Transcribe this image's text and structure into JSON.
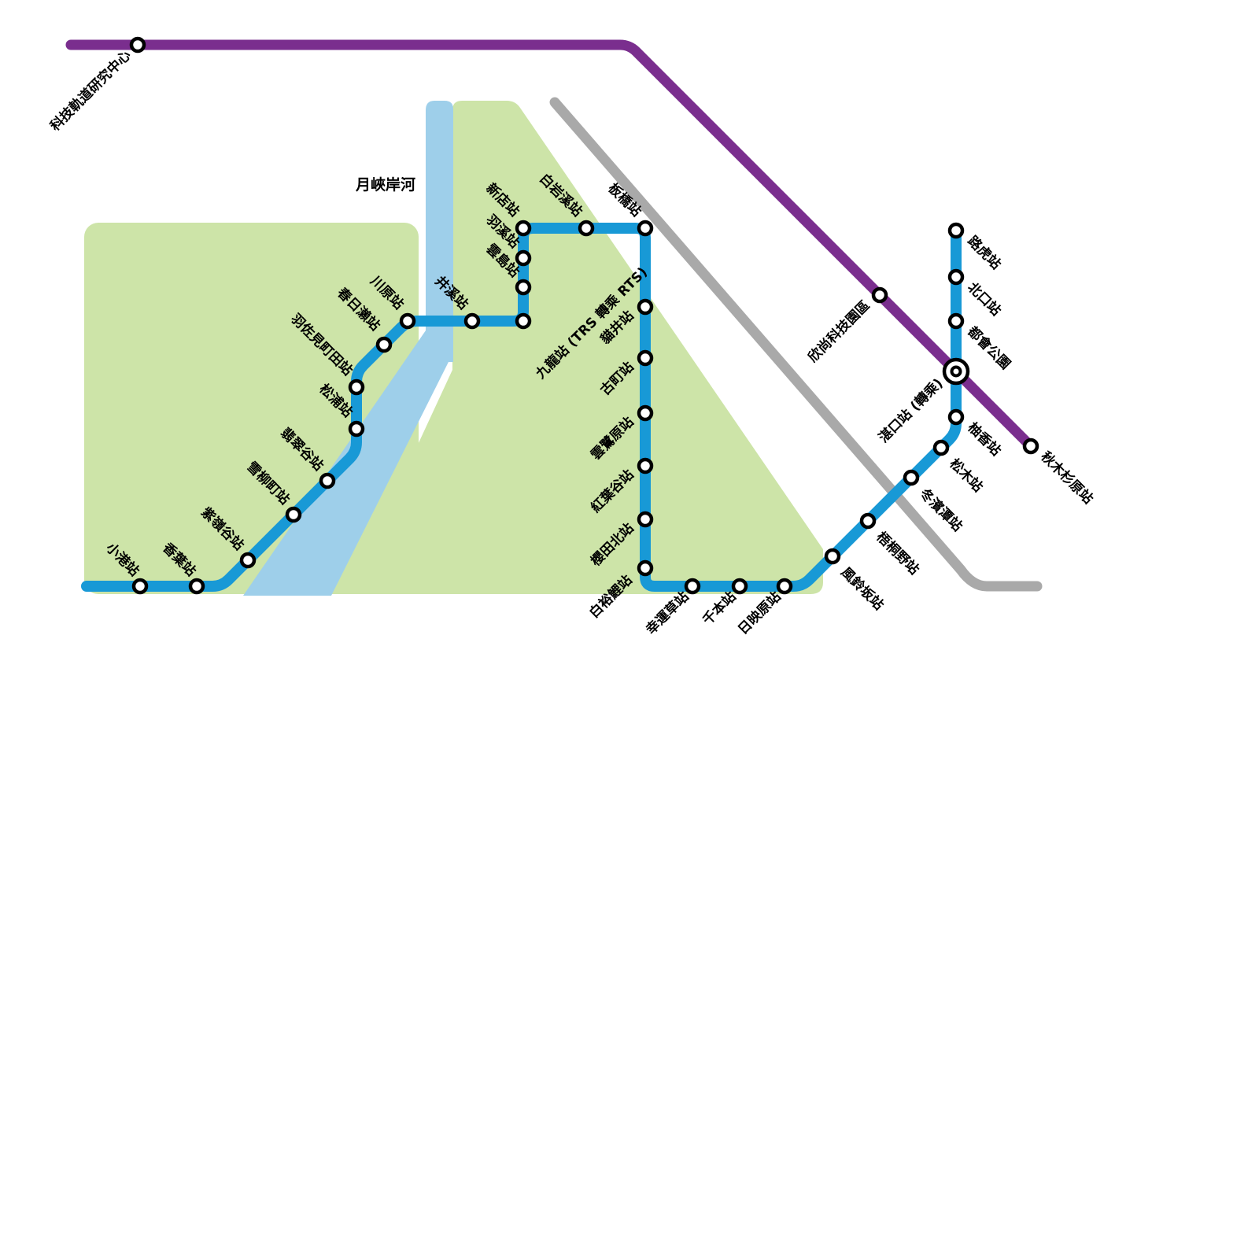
{
  "map": {
    "river_label": "月峽岸河",
    "lines": [
      {
        "id": "tech-line",
        "color": "#7A2E8E",
        "stations": [
          "科技軌道研究中心",
          "欣尚科技園區",
          "湛口站 (轉乘)",
          "秋木杉原站"
        ]
      },
      {
        "id": "main-line",
        "color": "#1899D6",
        "stations": [
          "小港站",
          "香葉站",
          "紫嶺谷站",
          "雪柳町站",
          "翡翠谷站",
          "松浦站",
          "羽佐見町田站",
          "春日瀨站",
          "川原站",
          "井溪站",
          "九龍站 (TRS 轉乘 RTS)",
          "雲島站",
          "羽溪站",
          "新店站",
          "白岩溪站",
          "板橋站",
          "貓井站",
          "古町站",
          "雲鷺原站",
          "紅葉谷站",
          "櫻田北站",
          "白裕鯉站",
          "幸運草站",
          "千本站",
          "日映原站",
          "風鈴坂站",
          "梧桐野站",
          "冬濱潭站",
          "松木站",
          "柚香站",
          "湛口站 (轉乘)",
          "都會公園",
          "北口站",
          "路虎站"
        ]
      },
      {
        "id": "regional-line",
        "color": "#A9A9A9",
        "stations": []
      }
    ],
    "colors": {
      "park": "#CDE4A8",
      "river": "#9ECFEA",
      "station_fill": "#FFFFFF",
      "station_ring": "#000000"
    }
  }
}
